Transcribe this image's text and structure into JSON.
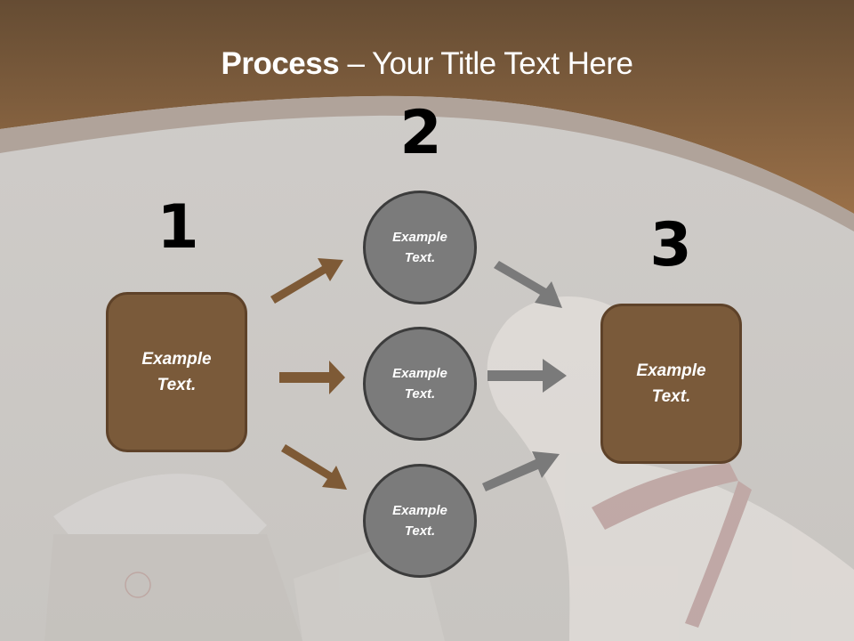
{
  "slide": {
    "title_bold": "Process",
    "title_rest": " – Your Title Text Here",
    "colors": {
      "header_brown_top": "#654c33",
      "header_brown_bottom": "#946d45",
      "band_taupe": "#b0a39a",
      "background_gray": "#cbc8c4",
      "box_brown": "#7a5a3a",
      "box_border": "#5e4229",
      "circle_gray": "#7b7b7b",
      "circle_border": "#3c3c3c",
      "arrow_brown": "#7e5a36",
      "arrow_gray": "#7a7a7a"
    }
  },
  "steps": [
    {
      "number": "1",
      "label": "Example\nText."
    },
    {
      "number": "2",
      "label": "Example\nText."
    },
    {
      "number": "3",
      "label": "Example\nText."
    }
  ],
  "circles": [
    {
      "label": "Example\nText."
    },
    {
      "label": "Example\nText."
    },
    {
      "label": "Example\nText."
    }
  ]
}
